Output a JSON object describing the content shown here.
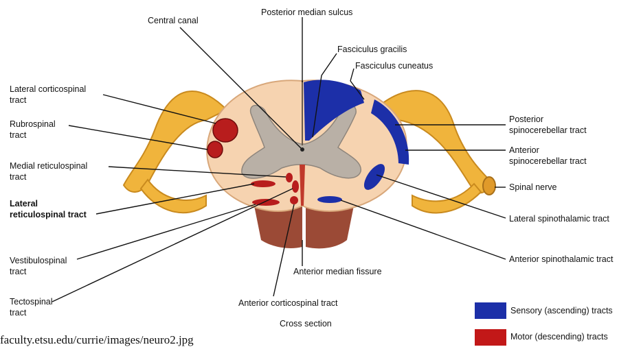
{
  "labels": {
    "central_canal": "Central canal",
    "posterior_median_sulcus": "Posterior median sulcus",
    "fasciculus_gracilis": "Fasciculus gracilis",
    "fasciculus_cuneatus": "Fasciculus cuneatus",
    "lateral_corticospinal": "Lateral corticospinal\ntract",
    "rubrospinal": "Rubrospinal\ntract",
    "medial_reticulospinal": "Medial reticulospinal\ntract",
    "lateral_reticulospinal": "Lateral\nreticulospinal tract",
    "vestibulospinal": "Vestibulospinal\ntract",
    "tectospinal": "Tectospinal\ntract",
    "posterior_spinocerebellar": "Posterior\nspinocerebellar tract",
    "anterior_spinocerebellar": "Anterior\nspinocerebellar tract",
    "spinal_nerve": "Spinal nerve",
    "lateral_spinothalamic": "Lateral spinothalamic tract",
    "anterior_spinothalamic": "Anterior spinothalamic tract",
    "anterior_median_fissure": "Anterior median fissure",
    "anterior_corticospinal": "Anterior corticospinal tract",
    "cross_section": "Cross section"
  },
  "legend": [
    {
      "label": "Sensory (ascending) tracts",
      "color": "#1c2fa8"
    },
    {
      "label": "Motor (descending) tracts",
      "color": "#c21818"
    }
  ],
  "source": "faculty.etsu.edu/currie/images/neuro2.jpg",
  "colors": {
    "white_matter": "#f6d3b0",
    "gray_matter": "#b9b0a6",
    "nerve": "#f0b43c",
    "sensory": "#1c2fa8",
    "motor": "#b81d1d",
    "anterior_roots": "#9b4a36"
  }
}
